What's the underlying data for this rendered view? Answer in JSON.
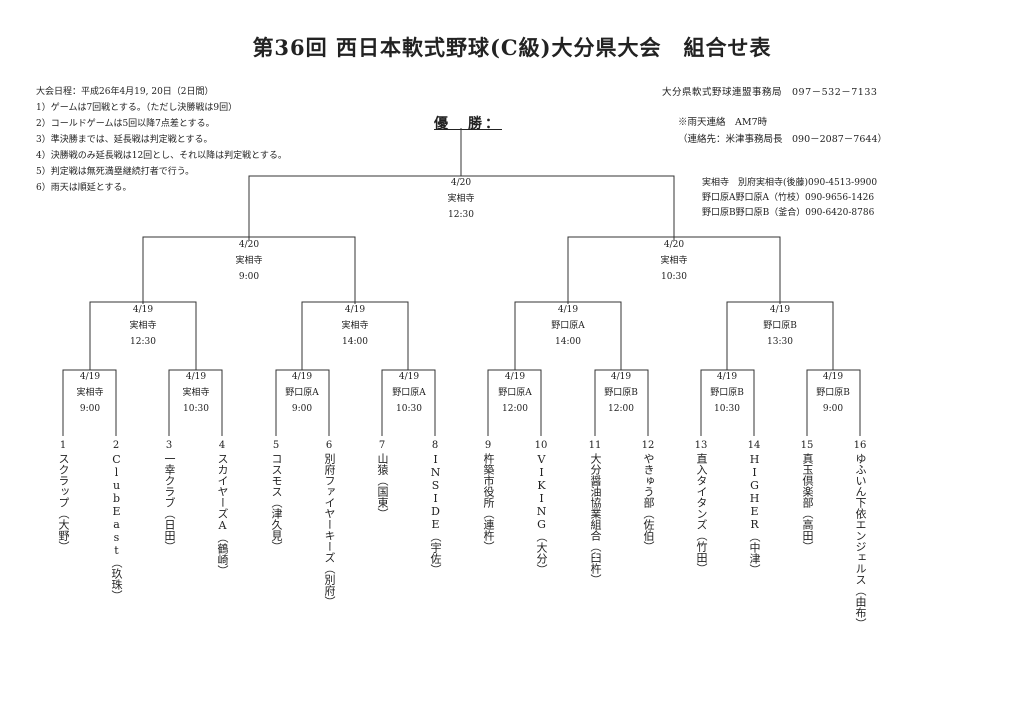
{
  "title": "第36回 西日本軟式野球(C級)大分県大会　組合せ表",
  "notes": [
    "大会日程：平成26年4月19, 20日（2日間）",
    "1）ゲームは7回戦とする。（ただし決勝戦は9回）",
    "2）コールドゲームは5回以降7点差とする。",
    "3）準決勝までは、延長戦は判定戦とする。",
    "4）決勝戦のみ延長戦は12回とし、それ以降は判定戦とする。",
    "5）判定戦は無死満塁継続打者で行う。",
    "6）雨天は順延とする。"
  ],
  "office": "大分県軟式野球連盟事務局　097－532－7133",
  "rain_contact": [
    "※雨天連絡　AM7時",
    "（連絡先：米津事務局長　090－2087－7644）"
  ],
  "venue_contacts": [
    "実相寺　別府実相寺(後藤)090-4513-9900",
    "野口原A野口原A（竹枝）090-9656-1426",
    "野口原B野口原B（釜合）090-6420-8786"
  ],
  "champion_label": "優　勝：",
  "matches": {
    "final": {
      "date": "4/20",
      "venue": "実相寺",
      "time": "12:30"
    },
    "semi1": {
      "date": "4/20",
      "venue": "実相寺",
      "time": "9:00"
    },
    "semi2": {
      "date": "4/20",
      "venue": "実相寺",
      "time": "10:30"
    },
    "qf1": {
      "date": "4/19",
      "venue": "実相寺",
      "time": "12:30"
    },
    "qf2": {
      "date": "4/19",
      "venue": "実相寺",
      "time": "14:00"
    },
    "qf3": {
      "date": "4/19",
      "venue": "野口原A",
      "time": "14:00"
    },
    "qf4": {
      "date": "4/19",
      "venue": "野口原B",
      "time": "13:30"
    },
    "r1_1": {
      "date": "4/19",
      "venue": "実相寺",
      "time": "9:00"
    },
    "r1_2": {
      "date": "4/19",
      "venue": "実相寺",
      "time": "10:30"
    },
    "r1_3": {
      "date": "4/19",
      "venue": "野口原A",
      "time": "9:00"
    },
    "r1_4": {
      "date": "4/19",
      "venue": "野口原A",
      "time": "10:30"
    },
    "r1_5": {
      "date": "4/19",
      "venue": "野口原A",
      "time": "12:00"
    },
    "r1_6": {
      "date": "4/19",
      "venue": "野口原B",
      "time": "12:00"
    },
    "r1_7": {
      "date": "4/19",
      "venue": "野口原B",
      "time": "10:30"
    },
    "r1_8": {
      "date": "4/19",
      "venue": "野口原B",
      "time": "9:00"
    }
  },
  "teams": [
    {
      "no": "1",
      "name": "スクラップ（大野）"
    },
    {
      "no": "2",
      "name": "ClubEast（玖珠）"
    },
    {
      "no": "3",
      "name": "一幸クラブ（日田）"
    },
    {
      "no": "4",
      "name": "スカイヤーズA（鶴崎）"
    },
    {
      "no": "5",
      "name": "コスモス（津久見）"
    },
    {
      "no": "6",
      "name": "別府ファイヤーキーズ（別府）"
    },
    {
      "no": "7",
      "name": "山猿（国東）"
    },
    {
      "no": "8",
      "name": "INSIDE（宇佐）"
    },
    {
      "no": "9",
      "name": "杵築市役所（連杵）"
    },
    {
      "no": "10",
      "name": "VIKING（大分）"
    },
    {
      "no": "11",
      "name": "大分醤油協業組合（臼杵）"
    },
    {
      "no": "12",
      "name": "やきゅう部（佐伯）"
    },
    {
      "no": "13",
      "name": "直入タイタンズ（竹田）"
    },
    {
      "no": "14",
      "name": "HIGHER（中津）"
    },
    {
      "no": "15",
      "name": "真玉倶楽部（高田）"
    },
    {
      "no": "16",
      "name": "ゆふいん下依エンジェルス（由布）"
    }
  ],
  "colors": {
    "line": "#333333",
    "text": "#222222"
  }
}
